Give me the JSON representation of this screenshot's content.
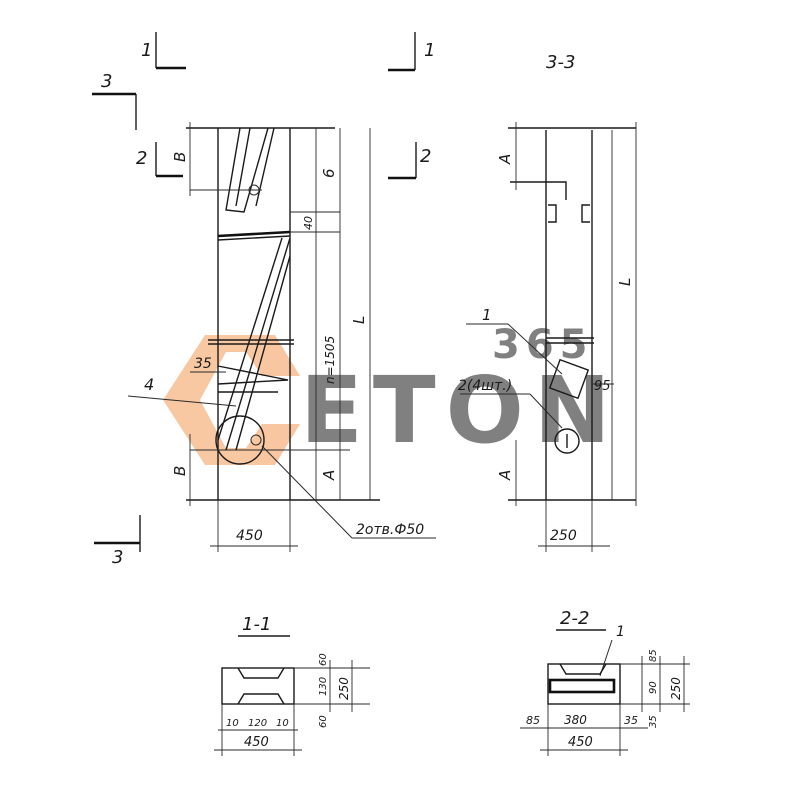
{
  "sections": {
    "cut_1_left": "1",
    "cut_1_right": "1",
    "cut_2_left": "2",
    "cut_2_right": "2",
    "cut_3_top": "3",
    "cut_3_bottom": "3",
    "view_3_3": "3-3",
    "view_1_1": "1-1",
    "view_2_2": "2-2"
  },
  "front_view": {
    "dim_B_top": "B",
    "dim_B_bottom": "B",
    "dim_6": "6",
    "dim_40": "40",
    "dim_n1505": "n=1505",
    "dim_L": "L",
    "dim_A": "A",
    "dim_35": "35",
    "dim_450": "450",
    "callout_4": "4",
    "callout_holes": "2отв.Ф50"
  },
  "side_view": {
    "dim_A_top": "A",
    "dim_A_bottom": "A",
    "dim_L": "L",
    "dim_95": "95",
    "dim_250": "250",
    "callout_1": "1",
    "callout_2": "2(4шт.)"
  },
  "section_1_1": {
    "dim_60_top": "60",
    "dim_130": "130",
    "dim_60_bottom": "60",
    "dim_250": "250",
    "dim_10_left": "10",
    "dim_120": "120",
    "dim_10_right": "10",
    "dim_450": "450"
  },
  "section_2_2": {
    "callout_1": "1",
    "dim_85_top": "85",
    "dim_90": "90",
    "dim_35_right": "35",
    "dim_250": "250",
    "dim_85_left": "85",
    "dim_380": "380",
    "dim_35_mid": "35",
    "dim_450": "450"
  },
  "watermark": {
    "number": "365",
    "word": "ETON"
  },
  "colors": {
    "line": "#1a1a1a",
    "watermark_orange": "#f39a55",
    "watermark_gray": "#d7d7d7"
  }
}
